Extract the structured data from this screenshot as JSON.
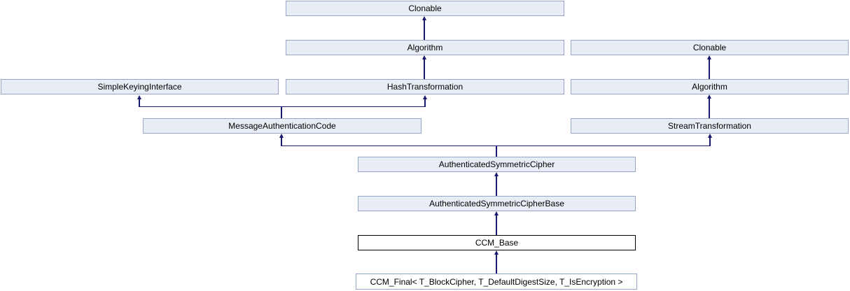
{
  "diagram": {
    "type": "class-inheritance-graph",
    "nodes": [
      {
        "id": "clonable_top",
        "label": "Clonable"
      },
      {
        "id": "algorithm_left",
        "label": "Algorithm"
      },
      {
        "id": "clonable_right",
        "label": "Clonable"
      },
      {
        "id": "simple_keying_interface",
        "label": "SimpleKeyingInterface"
      },
      {
        "id": "hash_transformation",
        "label": "HashTransformation"
      },
      {
        "id": "algorithm_right",
        "label": "Algorithm"
      },
      {
        "id": "message_authentication_code",
        "label": "MessageAuthenticationCode"
      },
      {
        "id": "stream_transformation",
        "label": "StreamTransformation"
      },
      {
        "id": "authenticated_symmetric_cipher",
        "label": "AuthenticatedSymmetricCipher"
      },
      {
        "id": "authenticated_symmetric_cipher_base",
        "label": "AuthenticatedSymmetricCipherBase"
      },
      {
        "id": "ccm_base",
        "label": "CCM_Base",
        "current": true
      },
      {
        "id": "ccm_final",
        "label": "CCM_Final< T_BlockCipher, T_DefaultDigestSize, T_IsEncryption >"
      }
    ],
    "edges": [
      {
        "from": "algorithm_left",
        "to": "clonable_top"
      },
      {
        "from": "hash_transformation",
        "to": "algorithm_left"
      },
      {
        "from": "algorithm_right",
        "to": "clonable_right"
      },
      {
        "from": "stream_transformation",
        "to": "algorithm_right"
      },
      {
        "from": "message_authentication_code",
        "to": "simple_keying_interface"
      },
      {
        "from": "message_authentication_code",
        "to": "hash_transformation"
      },
      {
        "from": "authenticated_symmetric_cipher",
        "to": "message_authentication_code"
      },
      {
        "from": "authenticated_symmetric_cipher",
        "to": "stream_transformation"
      },
      {
        "from": "authenticated_symmetric_cipher_base",
        "to": "authenticated_symmetric_cipher"
      },
      {
        "from": "ccm_base",
        "to": "authenticated_symmetric_cipher_base"
      },
      {
        "from": "ccm_final",
        "to": "ccm_base"
      }
    ],
    "colors": {
      "background": "#FFFFFF",
      "node_fill": "#E8EDF5",
      "node_border": "#97A5C9",
      "current_node_fill": "#FFFFFF",
      "current_node_border": "#000000",
      "leaf_node_fill": "#FFFFFF",
      "edge": "#191970",
      "text": "#000000"
    }
  }
}
